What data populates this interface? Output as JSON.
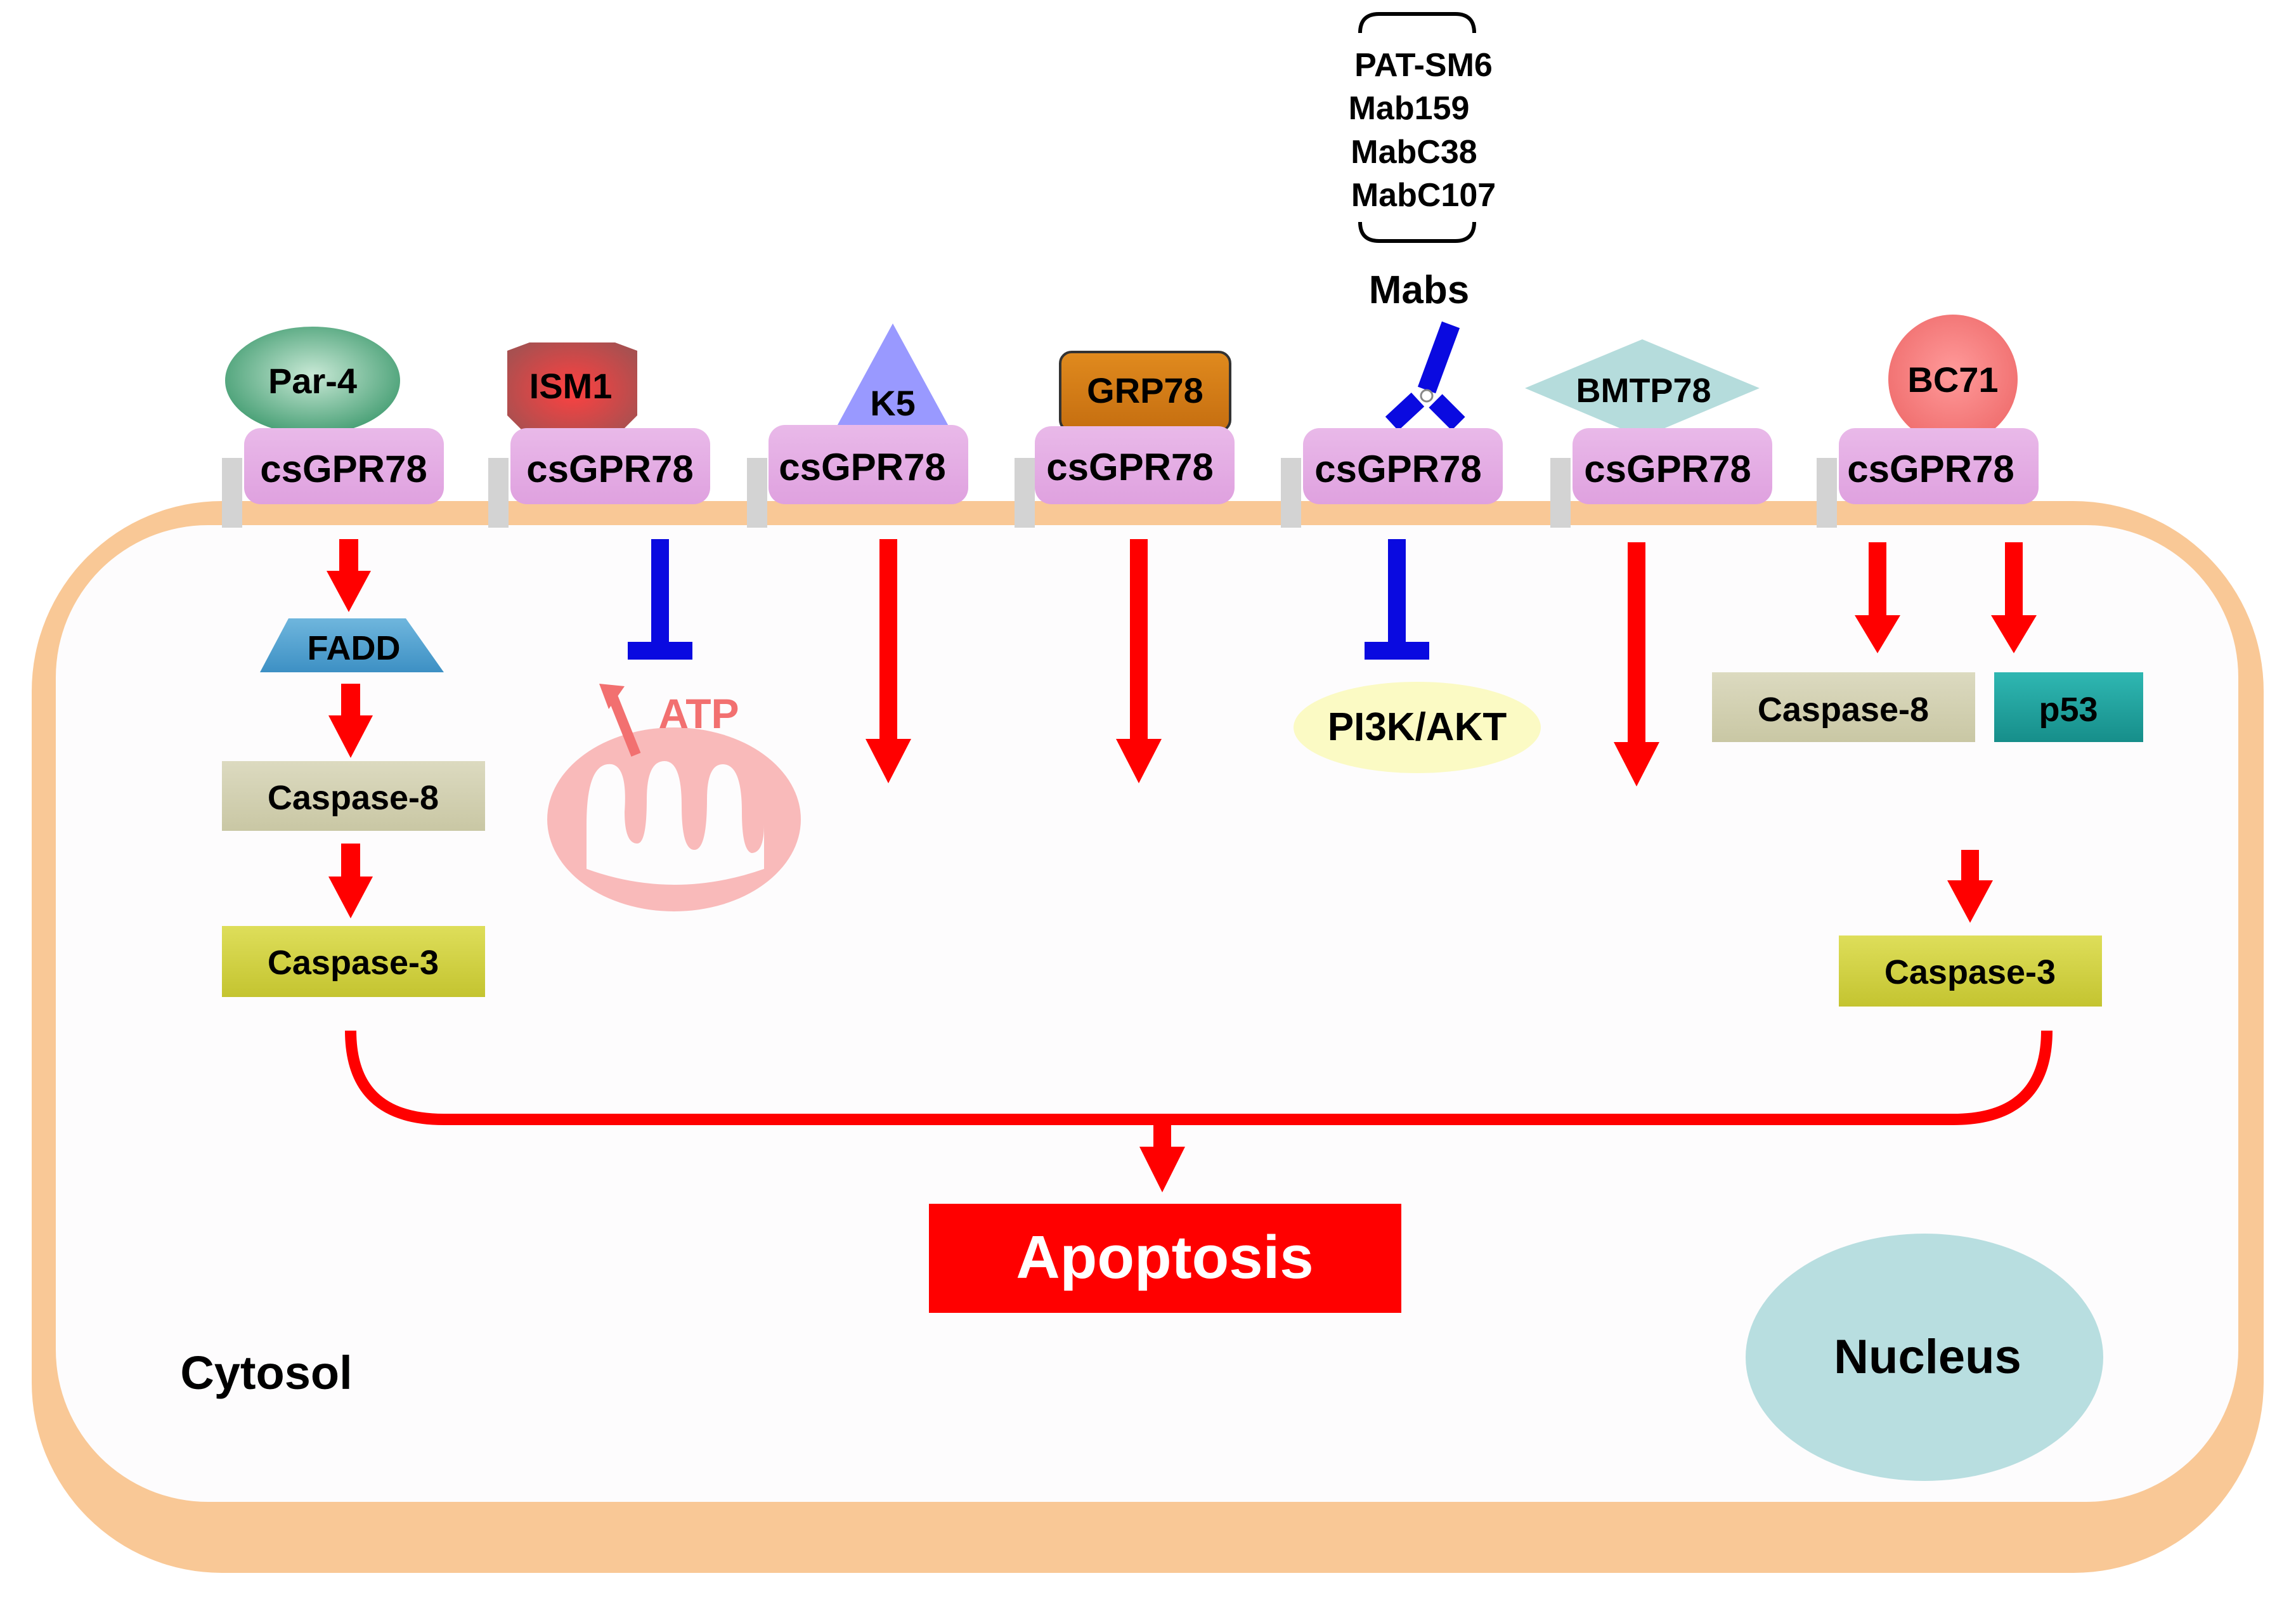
{
  "ligands": {
    "par4": "Par-4",
    "ism1": "ISM1",
    "k5": "K5",
    "grp78": "GRP78",
    "bmtp78": "BMTP78",
    "bc71": "BC71"
  },
  "receptor_label": "csGPR78",
  "mabs": {
    "title": "Mabs",
    "items": [
      "PAT-SM6",
      "Mab159",
      "MabC38",
      "MabC107"
    ]
  },
  "pathways": {
    "fadd": "FADD",
    "caspase8": "Caspase-8",
    "caspase3": "Caspase-3",
    "atp": "ATP",
    "pi3k_akt": "PI3K/AKT",
    "p53": "p53"
  },
  "outcome": "Apoptosis",
  "compartments": {
    "cytosol": "Cytosol",
    "nucleus": "Nucleus"
  },
  "colors": {
    "membrane": "#F9C896",
    "cytosol_fill": "#FDFCFD",
    "receptor": "#E6A7E6",
    "activation_arrow": "#FF0000",
    "inhibition": "#0A0AE0",
    "apoptosis_box": "#FF0000",
    "par4": "#4FA37A",
    "ism1": "#D94848",
    "k5": "#9999FF",
    "grp78": "#D9821A",
    "bmtp78": "#B5DCDC",
    "bc71": "#F27A7A",
    "fadd": "#3F9BD0",
    "caspase8": "#D4D2B2",
    "caspase3": "#D0D040",
    "pi3k_akt": "#FBFAC4",
    "p53": "#1FA6A2",
    "mitochondrion": "#F9BABA",
    "nucleus": "#B8DEE0"
  }
}
